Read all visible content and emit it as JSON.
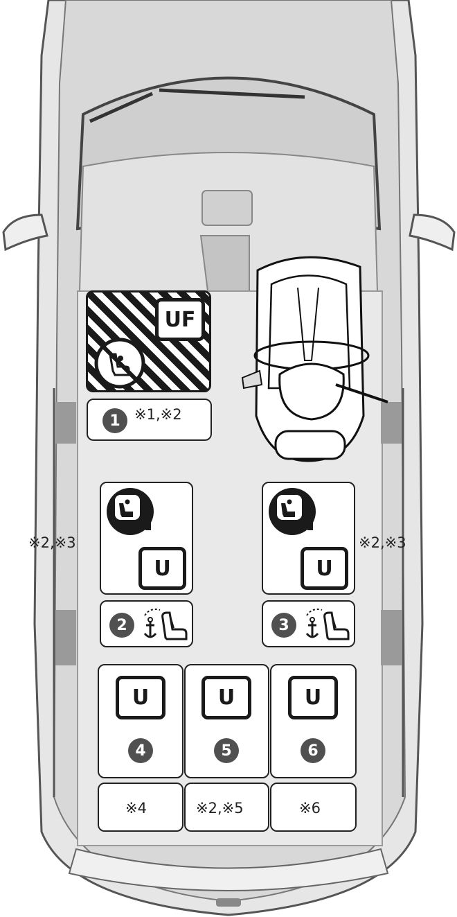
{
  "colors": {
    "outline": "#1a1a1a",
    "number_fill": "#505050",
    "car_body": "#e6e6e6",
    "hatch": "#1a1a1a"
  },
  "front_passenger": {
    "badge": "UF",
    "number": "1",
    "note": "※1,※2",
    "prohibited_icon": "no-child-seat-icon"
  },
  "row2": {
    "left": {
      "number": "2",
      "badge": "U",
      "side_note": "※2,※3",
      "info_icon": "child-seat-info-icon",
      "anchor_icon": "anchor-icon"
    },
    "right": {
      "number": "3",
      "badge": "U",
      "side_note": "※2,※3",
      "info_icon": "child-seat-info-icon",
      "anchor_icon": "anchor-icon"
    }
  },
  "row3": [
    {
      "number": "4",
      "badge": "U",
      "note": "※4"
    },
    {
      "number": "5",
      "badge": "U",
      "note": "※2,※5"
    },
    {
      "number": "6",
      "badge": "U",
      "note": "※6"
    }
  ]
}
